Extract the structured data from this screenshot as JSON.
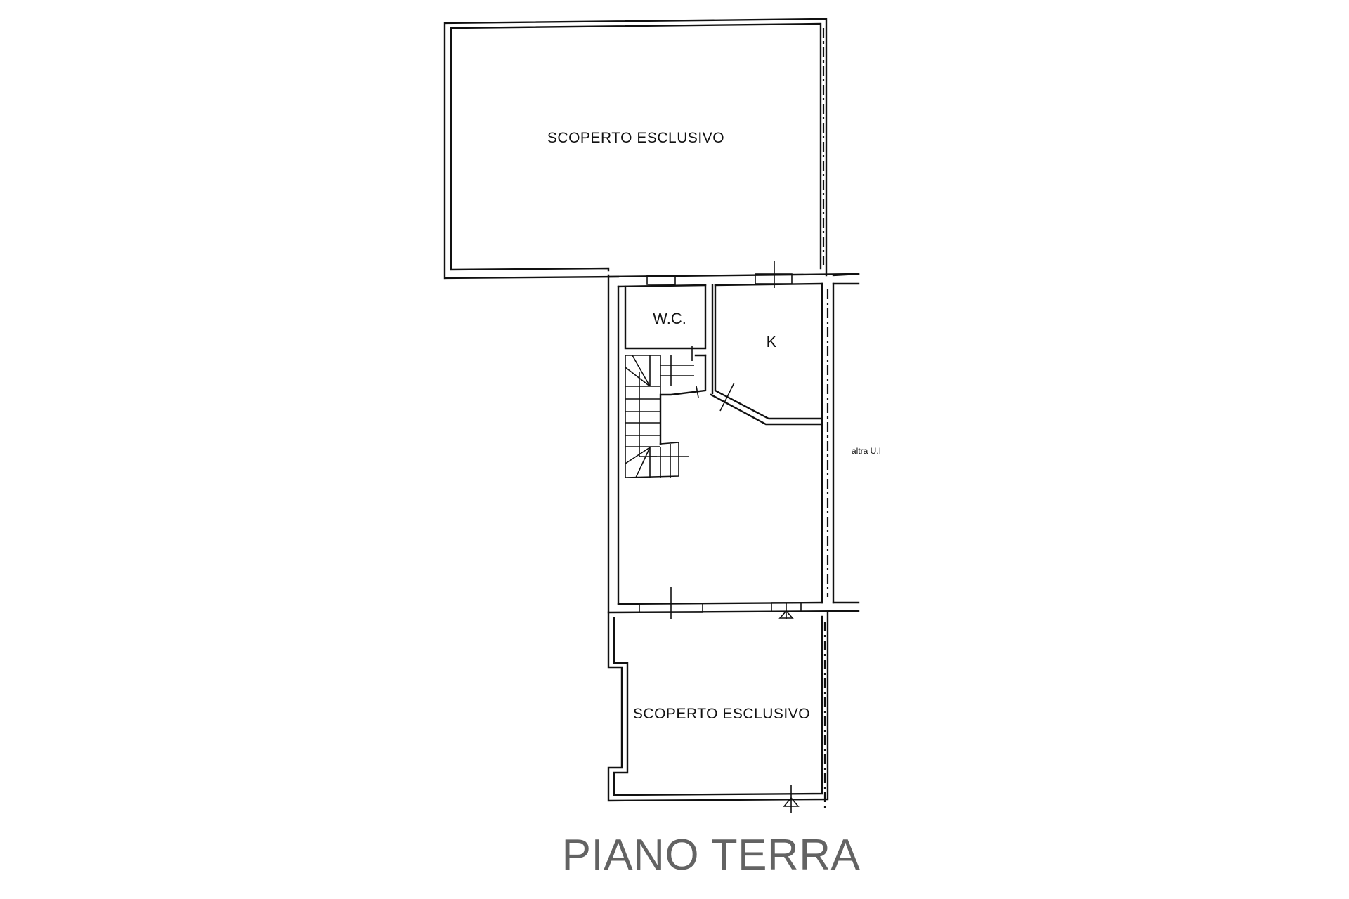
{
  "drawing": {
    "title": "PIANO TERRA",
    "title_color": "#636363",
    "line_color": "#111111",
    "background": "#ffffff"
  },
  "areas": {
    "top_yard": {
      "label": "SCOPERTO ESCLUSIVO"
    },
    "bottom_yard": {
      "label": "SCOPERTO ESCLUSIVO"
    }
  },
  "rooms": {
    "wc": {
      "label": "W.C."
    },
    "kitchen": {
      "label": "K"
    },
    "living": {
      "label": ""
    },
    "stairs": {
      "label": ""
    }
  },
  "annotations": {
    "neighbor_unit": "altra U.I"
  }
}
